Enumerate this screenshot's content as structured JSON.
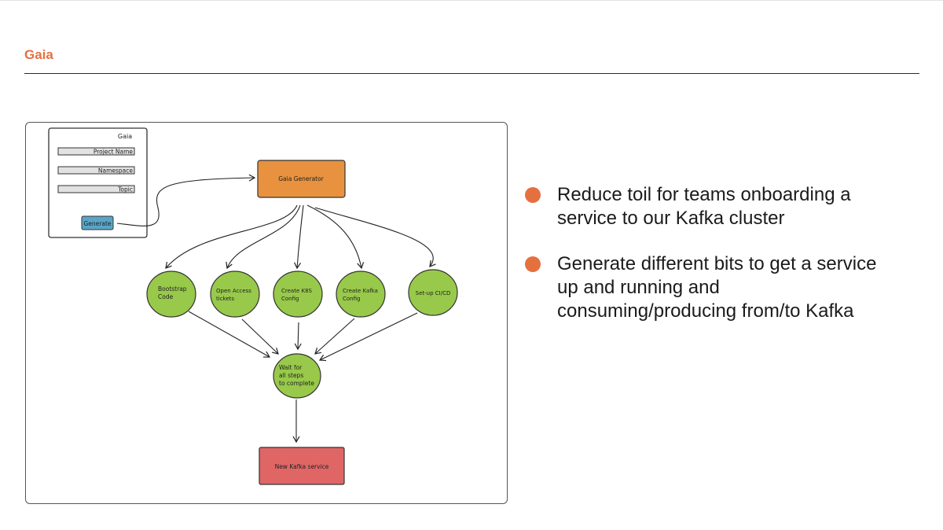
{
  "slide": {
    "title": "Gaia"
  },
  "diagram": {
    "form": {
      "title": "Gaia",
      "fields": [
        "Project Name",
        "Namespace",
        "Topic"
      ],
      "button_label": "Generate"
    },
    "generator_label": "Gaia Generator",
    "steps": [
      [
        "Bootstrap",
        "Code"
      ],
      [
        "Open Access",
        "tickets"
      ],
      [
        "Create K8S",
        "Config"
      ],
      [
        "Create Kafka",
        "Config"
      ],
      [
        "Set-up CI/CD"
      ]
    ],
    "wait_label": [
      "Wait for",
      "all steps",
      "to complete"
    ],
    "result_label": "New Kafka service",
    "colors": {
      "generator": "#e8923f",
      "step": "#98c94a",
      "result": "#e06666",
      "button": "#5aa5c7"
    }
  },
  "bullets": [
    {
      "text": "Reduce toil for teams onboarding a\nservice to our Kafka cluster"
    },
    {
      "text": "Generate different bits to get a service\nup and running and\nconsuming/producing from/to Kafka"
    }
  ],
  "accent_color": "#e5703f"
}
